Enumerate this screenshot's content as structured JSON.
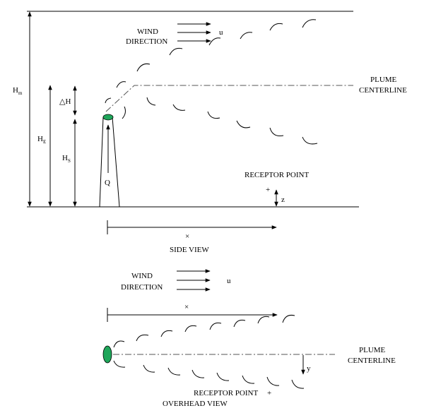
{
  "side_view": {
    "caption": "SIDE VIEW",
    "wind_line1": "WIND",
    "wind_line2": "DIRECTION",
    "u_label": "u",
    "plume_line1": "PLUME",
    "plume_line2": "CENTERLINE",
    "receptor_label": "RECEPTOR POINT",
    "receptor_mark": "+",
    "z_label": "z",
    "x_label": "×",
    "q_label": "Q",
    "hm_main": "H",
    "hm_sub": "m",
    "he_main": "H",
    "he_sub": "E",
    "hs_main": "H",
    "hs_sub": "S",
    "dh_label": "△H"
  },
  "overhead_view": {
    "caption": "OVERHEAD VIEW",
    "wind_line1": "WIND",
    "wind_line2": "DIRECTION",
    "u_label": "u",
    "x_label": "×",
    "plume_line1": "PLUME",
    "plume_line2": "CENTERLINE",
    "y_label": "y",
    "receptor_label": "RECEPTOR POINT",
    "receptor_mark": "+"
  },
  "colors": {
    "stack_top": "#1fa65a",
    "source": "#1fa65a"
  }
}
